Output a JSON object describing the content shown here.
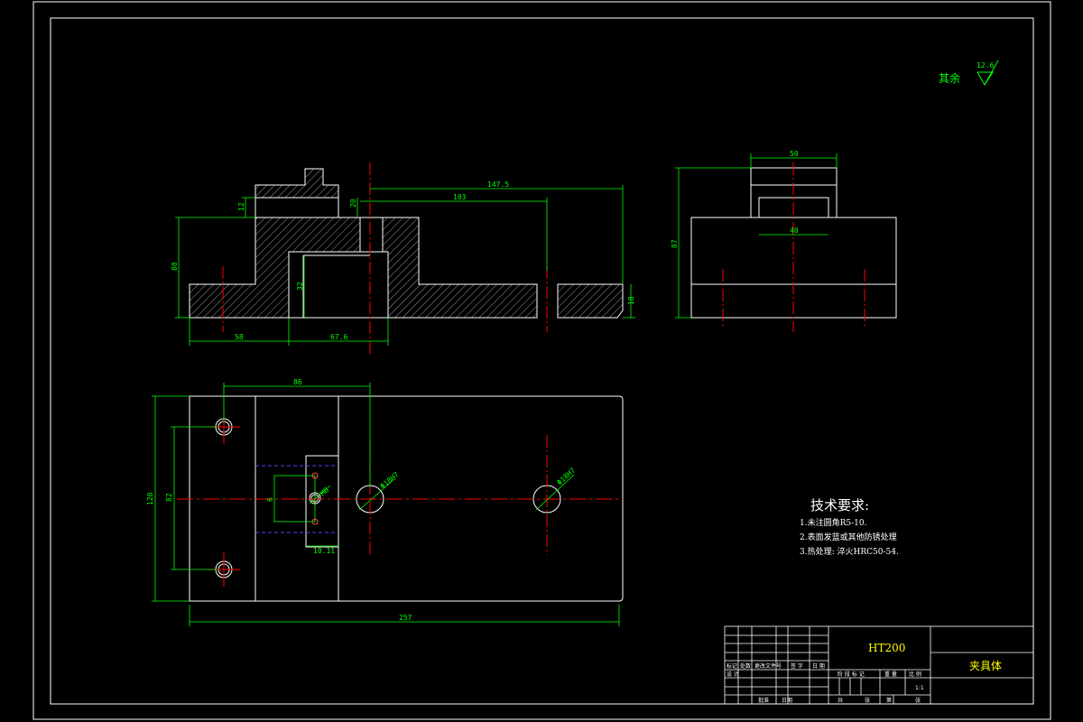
{
  "drawing": {
    "roughness_label": "其余",
    "roughness_value": "12.6",
    "material": "HT200",
    "part_name": "夹具体",
    "scale": "1:1"
  },
  "front_view_dims": {
    "d_147_5": "147.5",
    "d_103": "103",
    "d_20": "20",
    "d_12": "12",
    "d_88": "88",
    "d_32": "32",
    "d_18": "18",
    "d_58": "58",
    "d_67_6": "67.6"
  },
  "side_view_dims": {
    "d_50": "50",
    "d_40": "40",
    "d_87": "87"
  },
  "top_view_dims": {
    "d_86": "86",
    "d_120": "120",
    "d_82": "82",
    "d_257": "257",
    "d_10_11": "10.11",
    "d_6": "6",
    "d_m8": "M8",
    "d_hole1": "Φ18H7",
    "d_hole2": "Φ18H7"
  },
  "tech_requirements": {
    "title": "技术要求:",
    "items": [
      "1.未注圆角R5-10.",
      "2.表面发蓝或其他防锈处理",
      "3.热处理: 淬火HRC50-54."
    ]
  },
  "title_block": {
    "c_biaoji": "标记",
    "c_chushu": "处数",
    "c_wenjian": "更改文件号",
    "c_qianzi": "签 字",
    "c_riqi": "日 期",
    "c_sheji": "设 计",
    "c_pizhun": "批准",
    "c_riqi2": "日期",
    "c_jieduan": "阶 段 标 记",
    "c_zhongliang": "重 量",
    "c_bili": "比 例",
    "c_gong": "共",
    "c_zhang": "张",
    "c_di": "第",
    "c_zhang2": "张"
  },
  "colors": {
    "outline": "#ffffff",
    "dimension": "#00ff00",
    "centerline": "#ff0000",
    "hidden": "#0000ff",
    "hatch": "#ffffff",
    "yellow_text": "#ffff00"
  }
}
